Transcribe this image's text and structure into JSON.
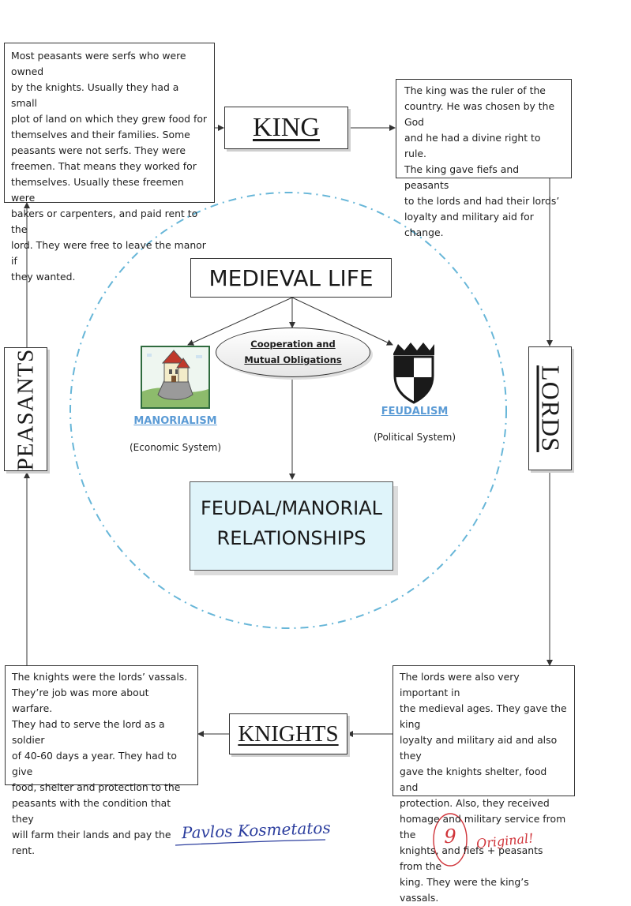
{
  "center": {
    "title": "MEDIEVAL LIFE",
    "cooperation_line1": "Cooperation and",
    "cooperation_line2": "Mutual Obligations",
    "manorialism_label": "MANORIALISM",
    "manorialism_sub": "(Economic  System)",
    "feudalism_label": "FEUDALISM",
    "feudalism_sub": "(Political System)",
    "relationships_line1": "FEUDAL/MANORIAL",
    "relationships_line2": "RELATIONSHIPS"
  },
  "cycle": {
    "king": "KING",
    "lords": "LORDS",
    "knights": "KNIGHTS",
    "peasants": "PEASANTS"
  },
  "descriptions": {
    "peasants": [
      "Most peasants were serfs who were owned",
      "by the knights. Usually they had a small",
      "plot of land on which they grew food for",
      "themselves and their families. Some",
      "peasants were not serfs. They were",
      "freemen. That means they worked for",
      "themselves. Usually these freemen were",
      "bakers or carpenters, and paid rent to the",
      "lord. They were free to leave the manor if",
      "they wanted."
    ],
    "king": [
      "The king was the ruler of the",
      "country. He was chosen by the God",
      "and he had a divine right to rule.",
      "The king gave fiefs and peasants",
      "to the lords and had their lords’",
      "loyalty and military aid for change."
    ],
    "knights": [
      "The knights were the lords’ vassals.",
      "They’re job was more about warfare.",
      "They had to serve the lord as a soldier",
      "of 40-60 days a year. They had to give",
      "food, shelter and protection to the",
      "peasants with the condition that they",
      "will farm their lands and pay the rent."
    ],
    "lords": [
      "The lords were also very important in",
      "the medieval ages. They gave the king",
      "loyalty and military aid and also they",
      "gave the knights shelter, food and",
      "protection. Also, they received",
      "homage and military service from the",
      "knights, and fiefs + peasants from the",
      "king. They were the king’s vassals."
    ]
  },
  "handwriting": {
    "signature": "Pavlos Kosmetatos",
    "grade": "9",
    "comment": "Original!"
  },
  "colors": {
    "accent_blue": "#5b9bd5",
    "dashed_circle": "#67b6d8",
    "relationship_fill": "#dff4fa",
    "ink_blue": "#2c3e9e",
    "ink_red": "#d0343a"
  },
  "icons": {
    "manorialism": "castle-icon",
    "feudalism": "shield-crown-icon"
  }
}
